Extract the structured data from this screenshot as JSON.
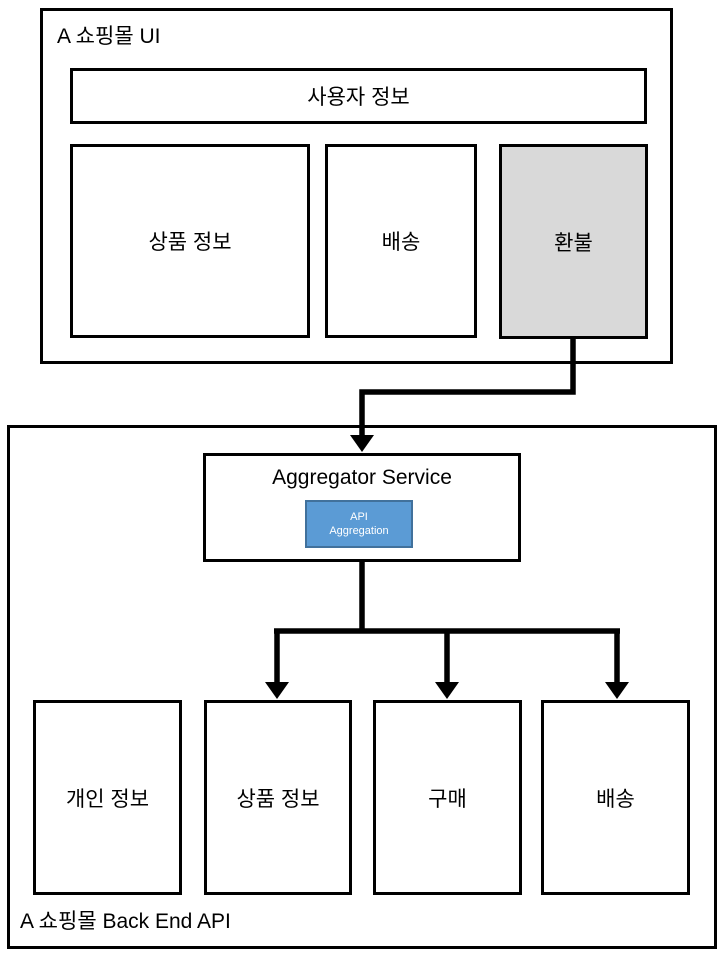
{
  "diagram": {
    "ui_panel": {
      "title": "A 쇼핑몰 UI",
      "nodes": {
        "user_info": "사용자 정보",
        "product_info": "상품 정보",
        "delivery": "배송",
        "refund": "환불"
      }
    },
    "backend_panel": {
      "title": "A 쇼핑몰 Back End API",
      "aggregator": {
        "title": "Aggregator Service",
        "badge_line1": "API",
        "badge_line2": "Aggregation"
      },
      "nodes": {
        "personal_info": "개인 정보",
        "product_info": "상품 정보",
        "purchase": "구매",
        "delivery": "배송"
      }
    },
    "colors": {
      "refund_highlight_fill": "#d9d9d9",
      "api_badge_fill": "#5b9bd5",
      "api_badge_border": "#41719c",
      "line_color": "#000000"
    }
  }
}
